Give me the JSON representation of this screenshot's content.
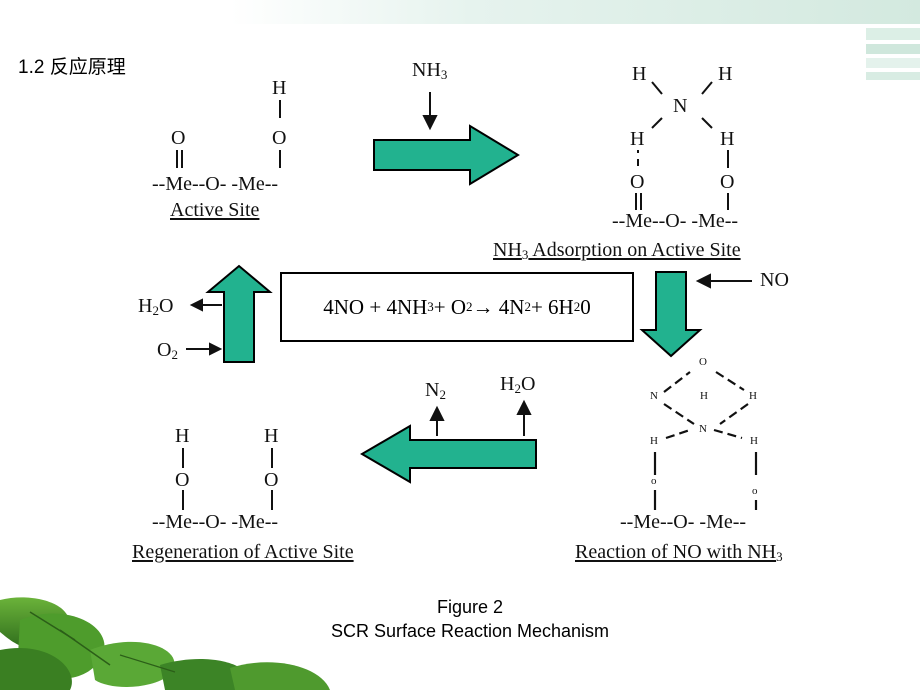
{
  "section_title": "1.2 反应原理",
  "colors": {
    "arrow_fill": "#22b28f",
    "arrow_stroke": "#000000",
    "header_band": "#d9ece4",
    "leaf_green": "#3f8f2a"
  },
  "stage_active_site": {
    "h_top": "H",
    "o_left": "O",
    "o_right": "O",
    "chain": "--Me--O- -Me--",
    "caption": "Active Site"
  },
  "stage_adsorption": {
    "h_left": "H",
    "h_right": "H",
    "n": "N",
    "h_mid_left": "H",
    "h_mid_right": "H",
    "o_left": "O",
    "o_right": "O",
    "chain": "--Me--O- -Me--",
    "caption_prefix": "NH",
    "caption_sub": "3",
    "caption_suffix": " Adsorption on Active Site"
  },
  "stage_reaction": {
    "o_top": "O",
    "n_left": "N",
    "h_center": "H",
    "h_right_top": "H",
    "n_center": "N",
    "h_left": "H",
    "h_right": "H",
    "o_left": "o",
    "o_right": "o",
    "chain": "--Me--O- -Me--",
    "caption_prefix": "Reaction of NO with NH",
    "caption_sub": "3"
  },
  "stage_regeneration": {
    "h_left": "H",
    "h_right": "H",
    "o_left": "O",
    "o_right": "O",
    "chain": "--Me--O- -Me--",
    "caption": "Regeneration of Active Site"
  },
  "inputs_outputs": {
    "nh3_main": "NH",
    "nh3_sub": "3",
    "no": "NO",
    "n2_main": "N",
    "n2_sub": "2",
    "h2o_out_main": "H",
    "h2o_out_sub": "2",
    "h2o_out_tail": "O",
    "h2o_left_main": "H",
    "h2o_left_sub": "2",
    "h2o_left_tail": "O",
    "o2_main": "O",
    "o2_sub": "2"
  },
  "equation": {
    "p1": "4NO + 4NH",
    "s1": "3",
    "p2": " + O",
    "s2": "2",
    "p3": " → 4N",
    "s3": "2",
    "p4": " + 6H",
    "s4": "2",
    "p5": "0"
  },
  "figure": {
    "number": "Figure 2",
    "title": "SCR Surface Reaction Mechanism"
  }
}
